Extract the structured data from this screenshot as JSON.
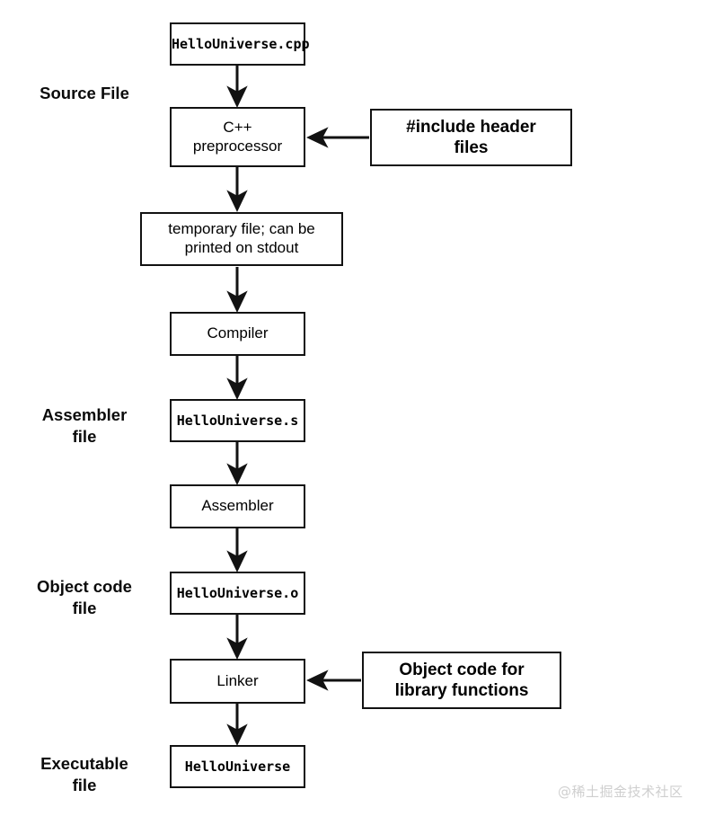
{
  "diagram": {
    "title": "C++ compilation pipeline flowchart",
    "stroke_color": "#121212",
    "background_color": "#ffffff",
    "watermark_color": "#cfcfcf"
  },
  "stage_labels": [
    {
      "id": "source-file",
      "text": "Source File"
    },
    {
      "id": "assembler-file",
      "text": "Assembler\nfile"
    },
    {
      "id": "object-code-file",
      "text": "Object code\nfile"
    },
    {
      "id": "executable-file",
      "text": "Executable\nfile"
    }
  ],
  "nodes": [
    {
      "id": "hellouniverse-cpp",
      "text": "HelloUniverse.cpp",
      "style": "mono"
    },
    {
      "id": "cpp-preprocessor",
      "text": "C++\npreprocessor",
      "style": "sans"
    },
    {
      "id": "include-header-files",
      "text": "#include header\nfiles",
      "style": "sans-bold"
    },
    {
      "id": "temporary-file",
      "text": "temporary file; can be\nprinted on stdout",
      "style": "sans"
    },
    {
      "id": "compiler",
      "text": "Compiler",
      "style": "sans"
    },
    {
      "id": "hellouniverse-s",
      "text": "HelloUniverse.s",
      "style": "mono"
    },
    {
      "id": "assembler",
      "text": "Assembler",
      "style": "sans"
    },
    {
      "id": "hellouniverse-o",
      "text": "HelloUniverse.o",
      "style": "mono"
    },
    {
      "id": "linker",
      "text": "Linker",
      "style": "sans"
    },
    {
      "id": "object-code-library",
      "text": "Object code for\nlibrary functions",
      "style": "sans-bold"
    },
    {
      "id": "hellouniverse-exe",
      "text": "HelloUniverse",
      "style": "mono"
    }
  ],
  "connections": [
    {
      "id": "cpp-to-preprocessor",
      "from": "hellouniverse-cpp",
      "to": "cpp-preprocessor",
      "direction": "down"
    },
    {
      "id": "headers-to-preprocessor",
      "from": "include-header-files",
      "to": "cpp-preprocessor",
      "direction": "left"
    },
    {
      "id": "preprocessor-to-temp",
      "from": "cpp-preprocessor",
      "to": "temporary-file",
      "direction": "down"
    },
    {
      "id": "temp-to-compiler",
      "from": "temporary-file",
      "to": "compiler",
      "direction": "down"
    },
    {
      "id": "compiler-to-asm-file",
      "from": "compiler",
      "to": "hellouniverse-s",
      "direction": "down"
    },
    {
      "id": "asm-file-to-assembler",
      "from": "hellouniverse-s",
      "to": "assembler",
      "direction": "down"
    },
    {
      "id": "assembler-to-obj-file",
      "from": "assembler",
      "to": "hellouniverse-o",
      "direction": "down"
    },
    {
      "id": "obj-file-to-linker",
      "from": "hellouniverse-o",
      "to": "linker",
      "direction": "down"
    },
    {
      "id": "library-to-linker",
      "from": "object-code-library",
      "to": "linker",
      "direction": "left"
    },
    {
      "id": "linker-to-executable",
      "from": "linker",
      "to": "hellouniverse-exe",
      "direction": "down"
    }
  ],
  "watermark": {
    "text": "@稀土掘金技术社区"
  }
}
